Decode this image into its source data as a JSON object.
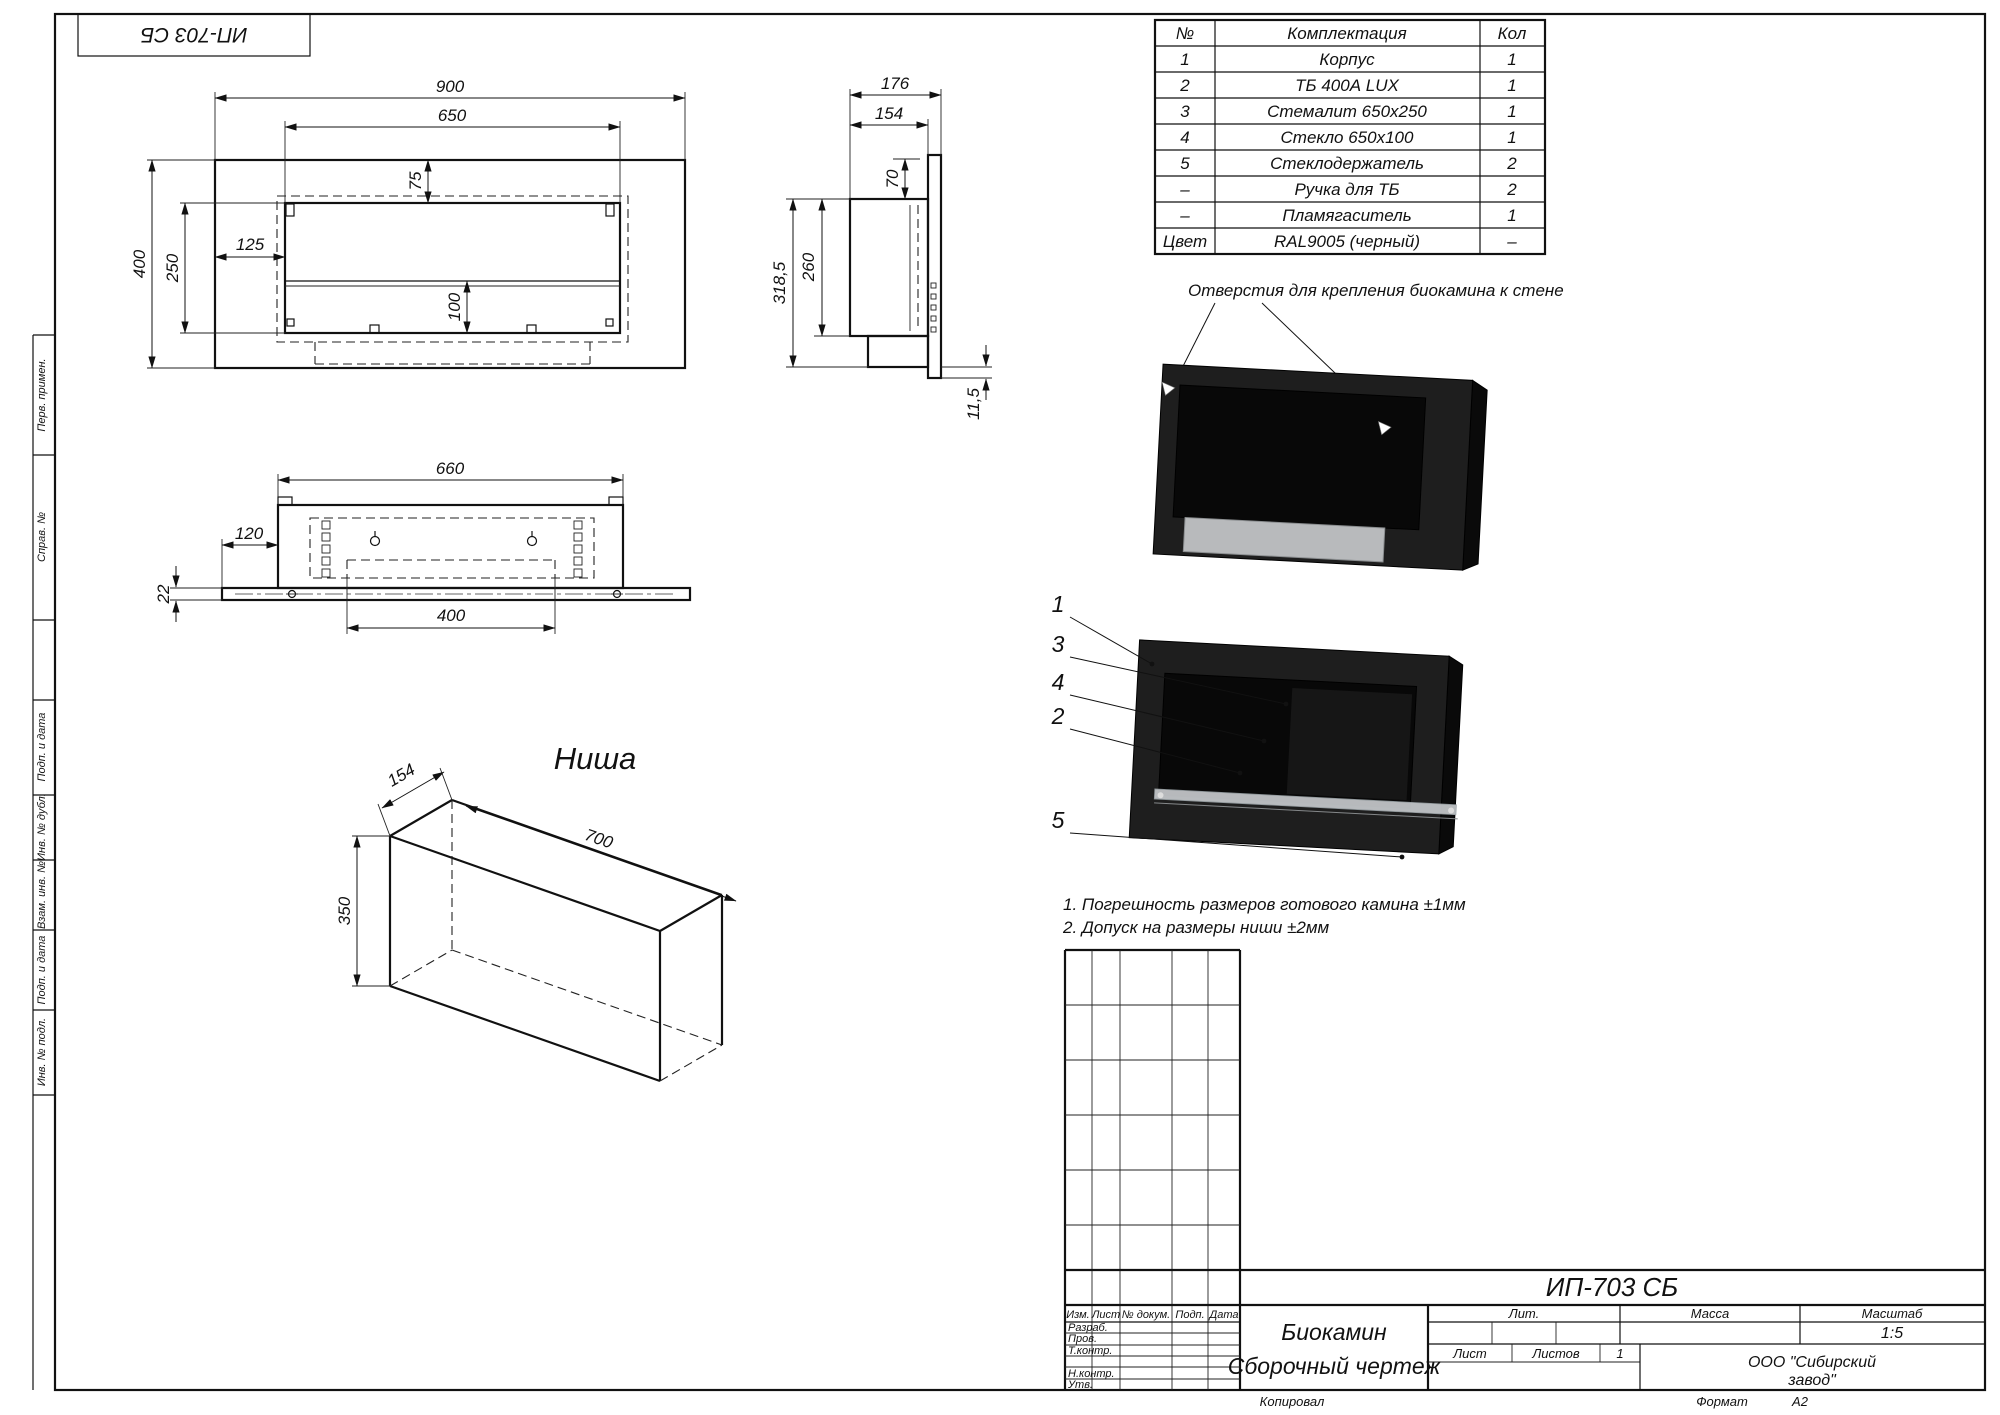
{
  "stamp_top": "ИП-703 СБ",
  "margin_labels": [
    "Перв. примен.",
    "Справ. №",
    "Подп. и дата",
    "Инв. № дубл.",
    "Взам. инв. №",
    "Подп. и дата",
    "Инв. № подл."
  ],
  "parts_table": {
    "headers": [
      "№",
      "Комплектация",
      "Кол"
    ],
    "rows": [
      [
        "1",
        "Корпус",
        "1"
      ],
      [
        "2",
        "ТБ 400А LUX",
        "1"
      ],
      [
        "3",
        "Стемалит 650х250",
        "1"
      ],
      [
        "4",
        "Стекло 650х100",
        "1"
      ],
      [
        "5",
        "Стеклодержатель",
        "2"
      ],
      [
        "–",
        "Ручка для ТБ",
        "2"
      ],
      [
        "–",
        "Пламягаситель",
        "1"
      ],
      [
        "Цвет",
        "RAL9005 (черный)",
        "–"
      ]
    ]
  },
  "dims": {
    "front": [
      "900",
      "650",
      "75",
      "125",
      "250",
      "400",
      "100"
    ],
    "side": [
      "176",
      "154",
      "70",
      "318,5",
      "260",
      "11,5"
    ],
    "bottom": [
      "660",
      "120",
      "400",
      "22"
    ],
    "niche": [
      "154",
      "700",
      "350"
    ]
  },
  "niche_title": "Ниша",
  "mount_note": "Отверстия для крепления биокамина к стене",
  "callouts": [
    "1",
    "3",
    "4",
    "2",
    "5"
  ],
  "notes": [
    "1. Погрешность размеров готового камина ±1мм",
    "2. Допуск на размеры ниши ±2мм"
  ],
  "title_block": {
    "doc_number": "ИП-703 СБ",
    "product": "Биокамин",
    "doc_type": "Сборочный чертеж",
    "lit_label": "Лит.",
    "mass_label": "Масса",
    "scale_label": "Масштаб",
    "scale_value": "1:5",
    "sheet_label": "Лист",
    "sheets_label": "Листов",
    "sheets_value": "1",
    "company_line1": "ООО \"Сибирский",
    "company_line2": "завод\"",
    "header_cols": [
      "Изм.",
      "Лист",
      "№ докум.",
      "Подп.",
      "Дата"
    ],
    "roles": [
      "Разраб.",
      "Пров.",
      "Т.контр.",
      "Н.контр.",
      "Утв."
    ]
  },
  "footer": {
    "copied": "Копировал",
    "format_label": "Формат",
    "format_value": "А2"
  },
  "colors": {
    "line": "#111111",
    "fireplace_body": "#1e1e1e",
    "fireplace_side": "#0a0a0a",
    "fireplace_recess": "#080808",
    "steel_strip": "#b8babc",
    "glass_strip": "#c6c9cc",
    "inner_panel": "#161616"
  }
}
